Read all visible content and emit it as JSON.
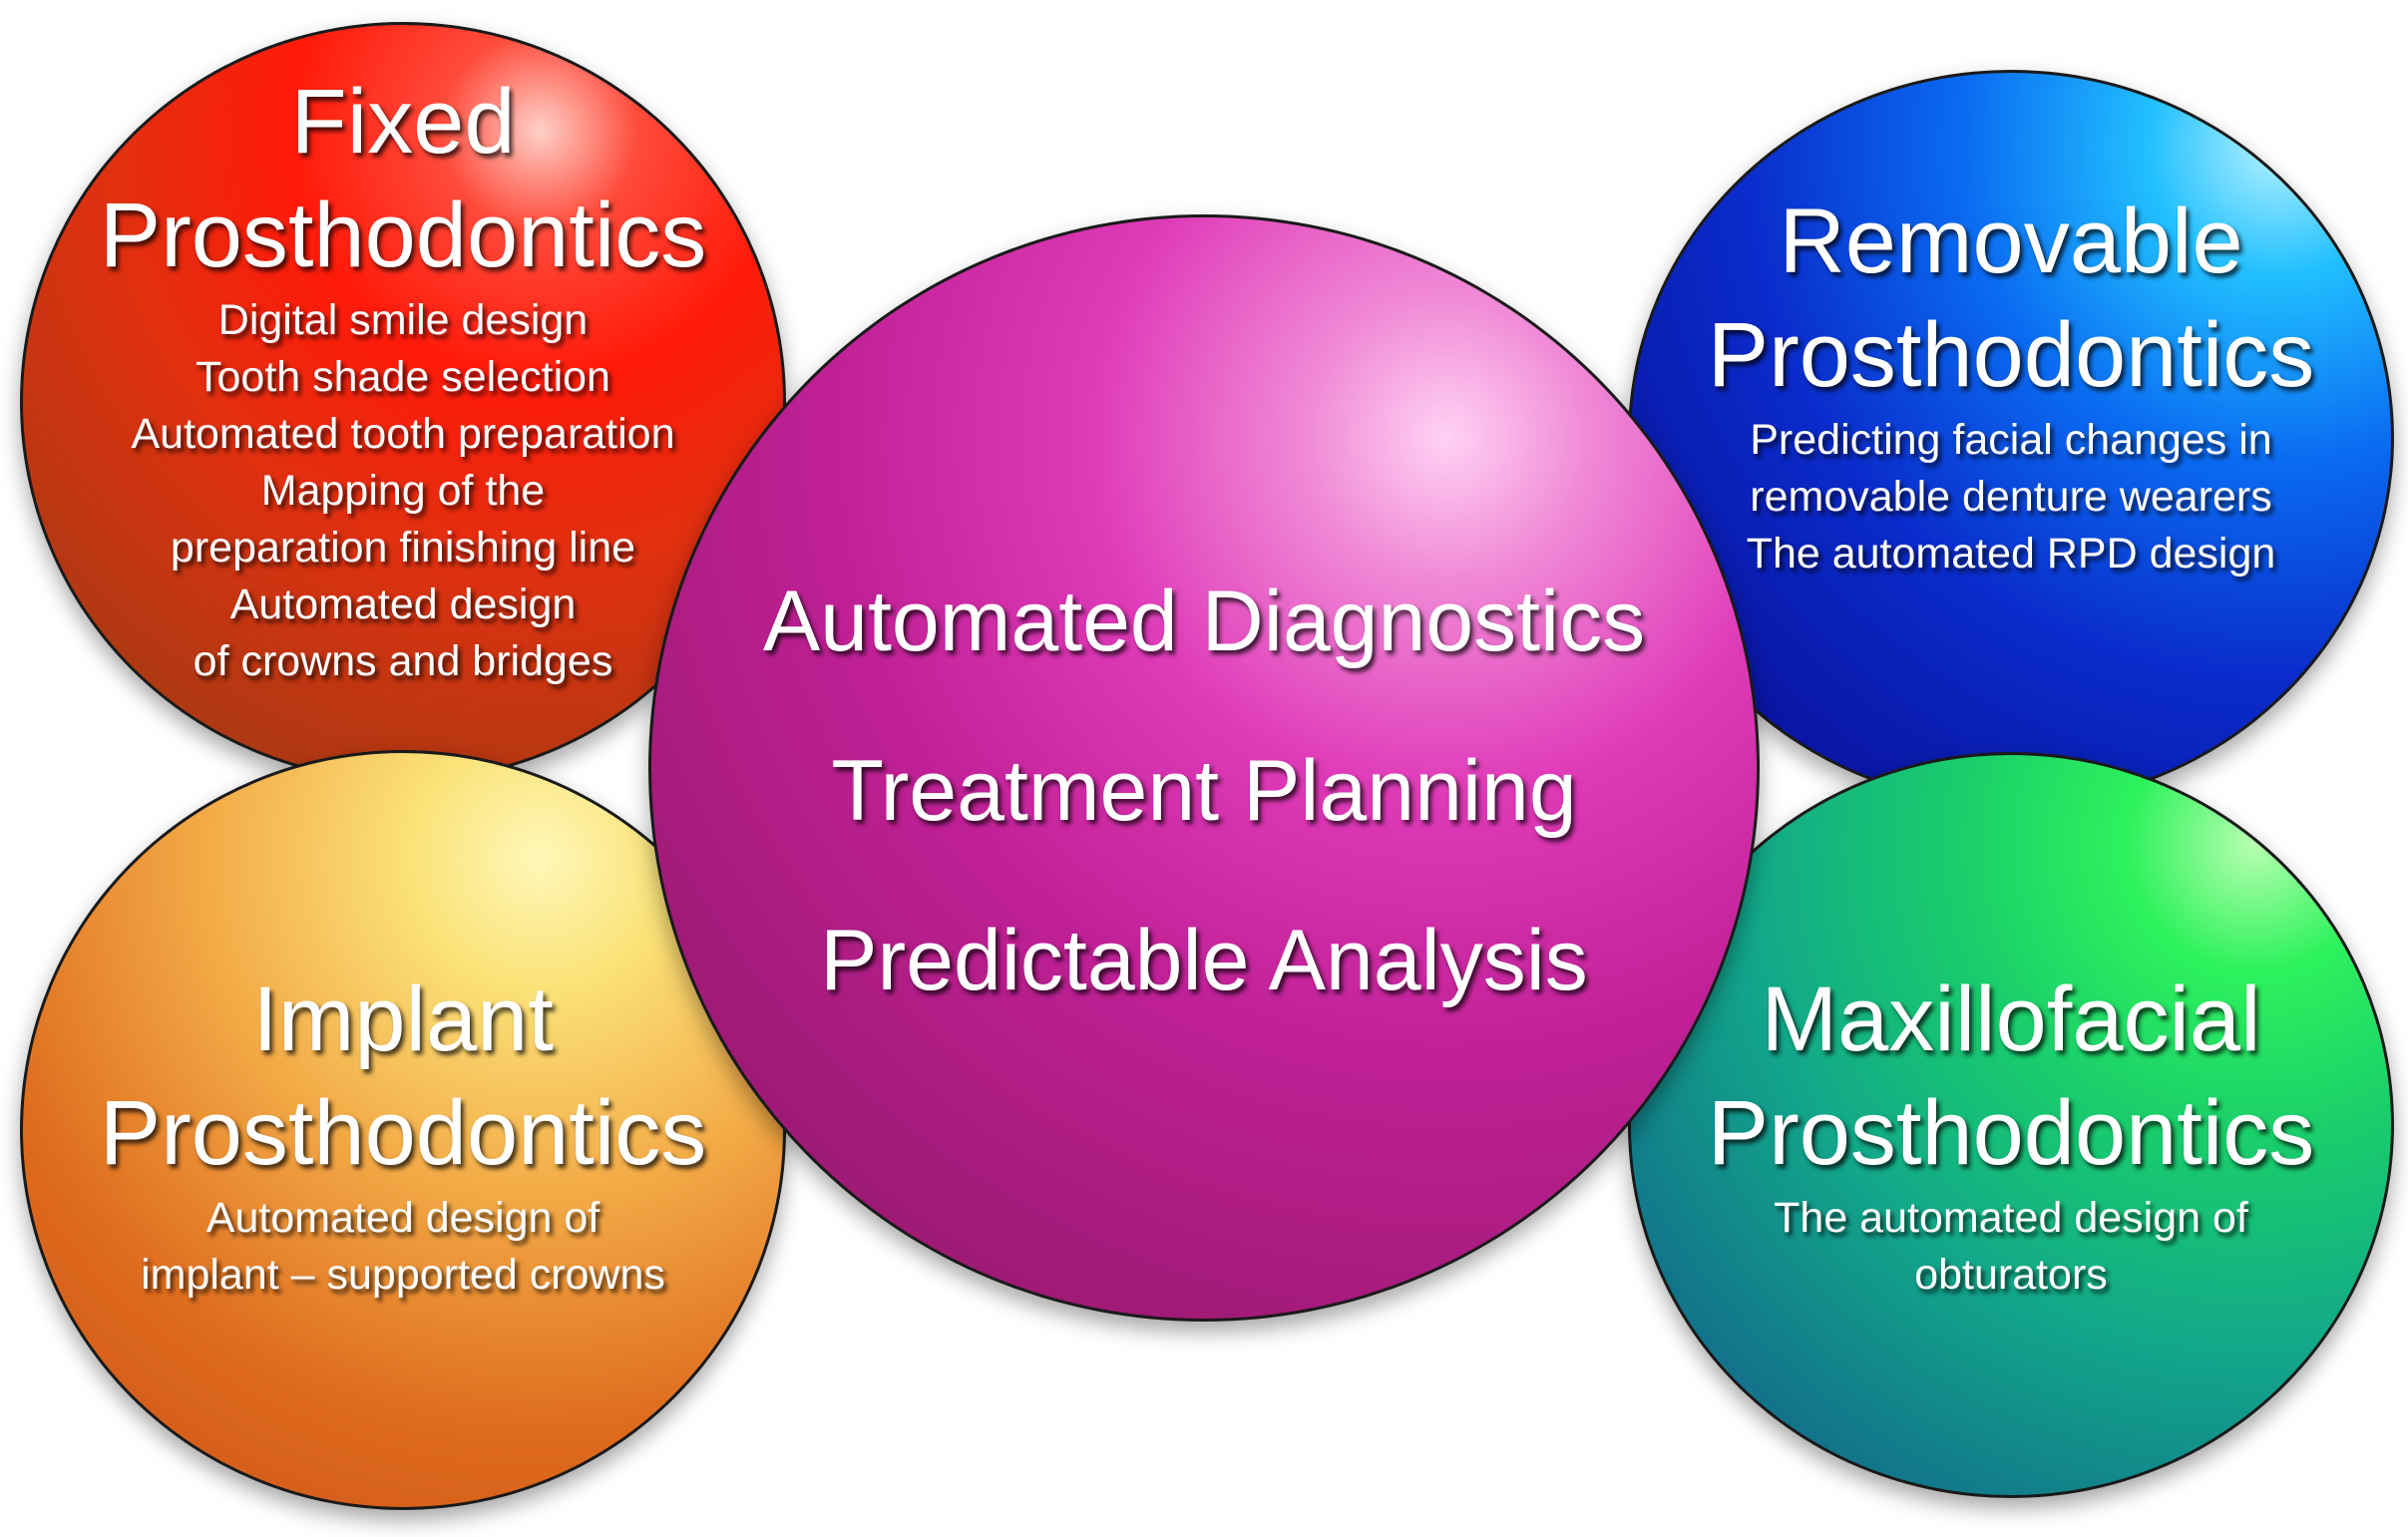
{
  "center": {
    "lines": [
      "Automated Diagnostics",
      "Treatment Planning",
      "Predictable Analysis"
    ]
  },
  "fixed": {
    "title": [
      "Fixed",
      "Prosthodontics"
    ],
    "items": [
      "Digital smile design",
      "Tooth shade selection",
      "Automated tooth preparation",
      "Mapping of the",
      "preparation finishing line",
      "Automated design",
      "of crowns and bridges"
    ]
  },
  "removable": {
    "title": [
      "Removable",
      "Prosthodontics"
    ],
    "items": [
      "Predicting facial changes in",
      "removable denture wearers",
      "The automated RPD design"
    ]
  },
  "implant": {
    "title": [
      "Implant",
      "Prosthodontics"
    ],
    "items": [
      "Automated design of",
      "implant – supported crowns"
    ]
  },
  "maxillofacial": {
    "title": [
      "Maxillofacial",
      "Prosthodontics"
    ],
    "items": [
      "The automated design of",
      "obturators"
    ]
  },
  "colors": {
    "fixed": "#e8250e",
    "removable": "#0a2bcb",
    "implant": "#f3ab47",
    "maxillofacial": "#19cc6c",
    "center": "#c02096"
  }
}
